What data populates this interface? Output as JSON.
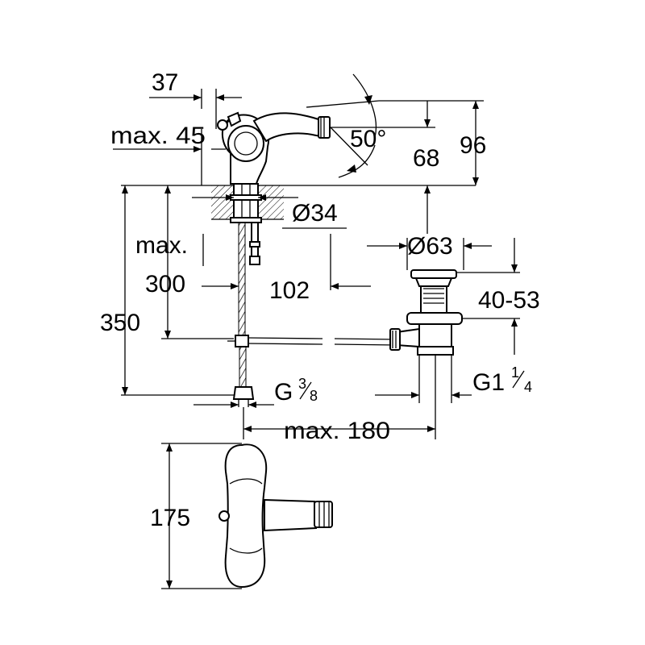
{
  "dimensions": {
    "spout_offset": "37",
    "lever_max": "max. 45",
    "spout_angle": "50°",
    "spout_height": "68",
    "total_height": "96",
    "base_diameter": "Ø34",
    "hose_max_label": "max.",
    "hose_max": "300",
    "drain_offset": "102",
    "overall_height": "350",
    "waste_diameter": "Ø63",
    "waste_range": "40-53",
    "connection_thread_base": "G",
    "connection_thread_num": "3",
    "connection_thread_den": "8",
    "waste_thread_base": "G1",
    "waste_thread_num": "1",
    "waste_thread_den": "4",
    "rod_max": "max. 180",
    "top_view_length": "175"
  }
}
